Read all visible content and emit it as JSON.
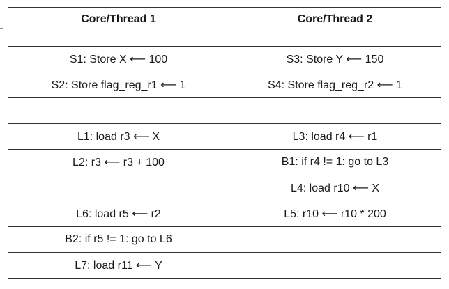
{
  "table": {
    "headers": [
      "Core/Thread 1",
      "Core/Thread 2"
    ],
    "rows": [
      [
        "S1: Store X ⟵ 100",
        "S3: Store Y ⟵ 150"
      ],
      [
        "S2: Store flag_reg_r1 ⟵ 1",
        "S4: Store flag_reg_r2 ⟵ 1"
      ],
      [
        "",
        ""
      ],
      [
        "L1: load r3 ⟵ X",
        "L3: load r4 ⟵ r1"
      ],
      [
        "L2: r3 ⟵ r3 + 100",
        "B1: if r4 != 1: go to L3"
      ],
      [
        "",
        "L4: load r10 ⟵ X"
      ],
      [
        "L6: load r5 ⟵ r2",
        "L5: r10 ⟵ r10 * 200"
      ],
      [
        "B2: if r5 != 1: go to L6",
        ""
      ],
      [
        "L7: load r11 ⟵ Y",
        ""
      ]
    ]
  }
}
